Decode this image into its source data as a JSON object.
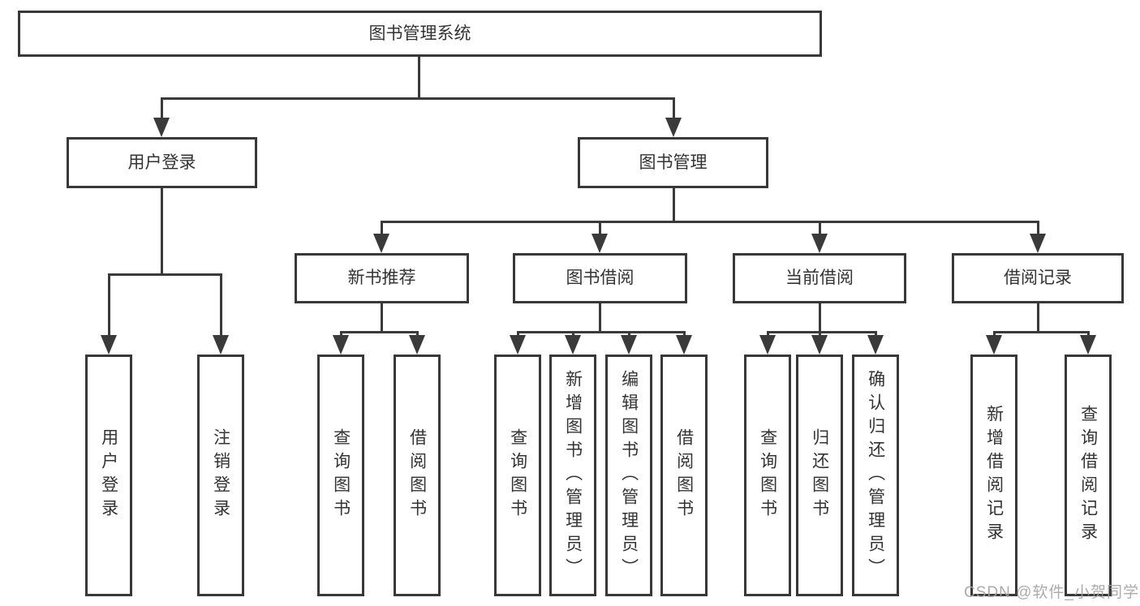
{
  "colors": {
    "line": "#3a3a3a",
    "border": "#383838",
    "text": "#333333",
    "watermark": "#a3a3a3",
    "background": "#ffffff"
  },
  "tree": {
    "root": "图书管理系统",
    "children": [
      {
        "label": "用户登录",
        "children": [
          "用户登录",
          "注销登录"
        ]
      },
      {
        "label": "图书管理",
        "children": [
          {
            "label": "新书推荐",
            "children": [
              "查询图书",
              "借阅图书"
            ]
          },
          {
            "label": "图书借阅",
            "children": [
              "查询图书",
              "新增图书（管理员）",
              "编辑图书（管理员）",
              "借阅图书"
            ]
          },
          {
            "label": "当前借阅",
            "children": [
              "查询图书",
              "归还图书",
              "确认归还（管理员）"
            ]
          },
          {
            "label": "借阅记录",
            "children": [
              "新增借阅记录",
              "查询借阅记录"
            ]
          }
        ]
      }
    ]
  },
  "watermark": {
    "text": "CSDN @软件_小贺同学"
  }
}
